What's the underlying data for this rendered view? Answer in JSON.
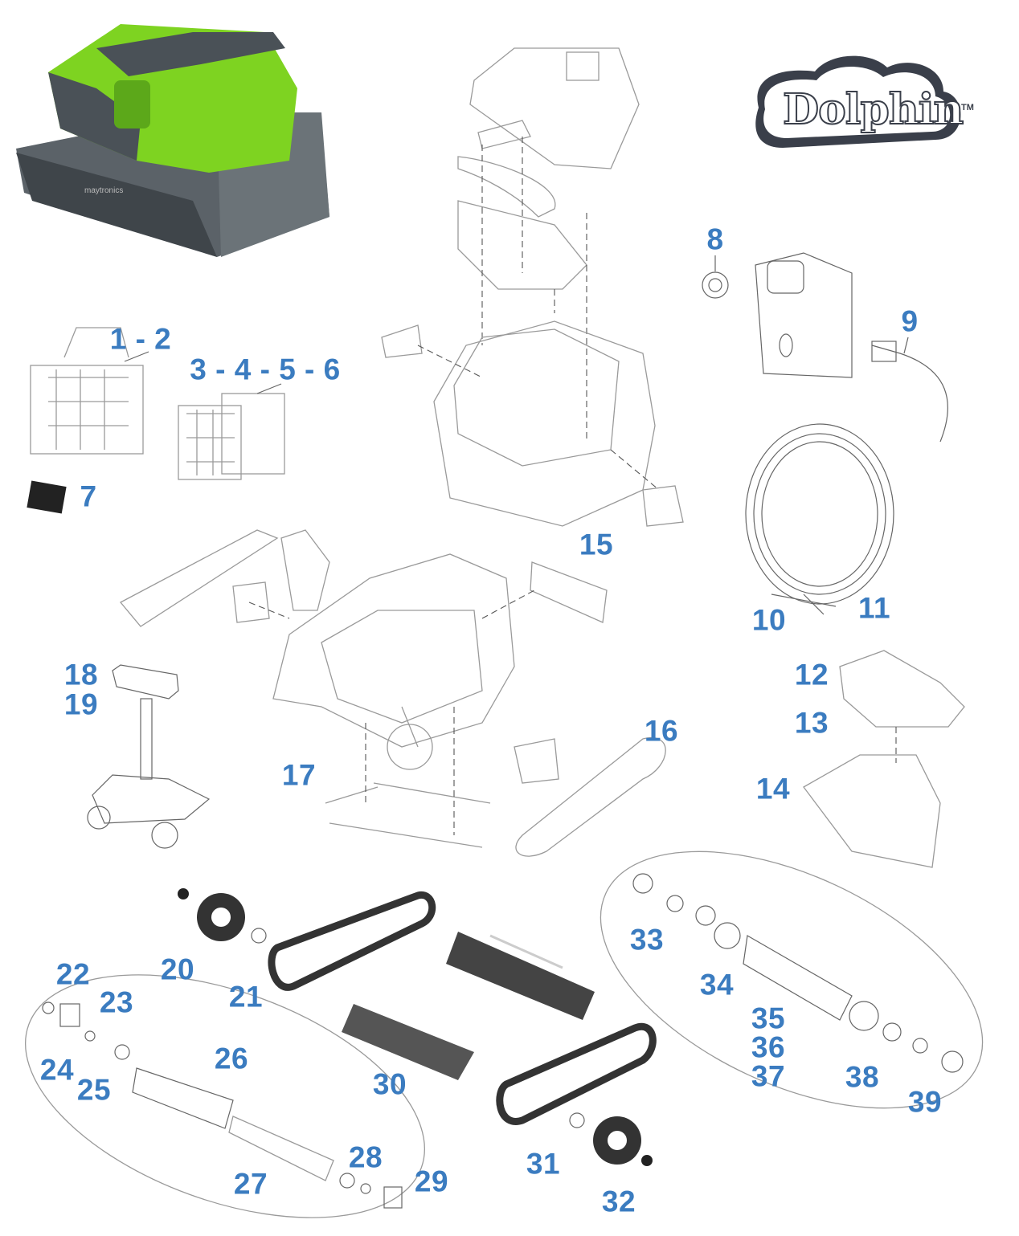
{
  "brand": {
    "name": "Dolphin",
    "trademark": "TM",
    "robot_badge": "maytronics"
  },
  "labels": {
    "p1_2": "1 - 2",
    "p3_6": "3 - 4 - 5 - 6",
    "p7": "7",
    "p8": "8",
    "p9": "9",
    "p10": "10",
    "p11": "11",
    "p12": "12",
    "p13": "13",
    "p14": "14",
    "p15": "15",
    "p16": "16",
    "p17": "17",
    "p18": "18",
    "p19": "19",
    "p20": "20",
    "p21": "21",
    "p22": "22",
    "p23": "23",
    "p24": "24",
    "p25": "25",
    "p26": "26",
    "p27": "27",
    "p28": "28",
    "p29": "29",
    "p30": "30",
    "p31": "31",
    "p32": "32",
    "p33": "33",
    "p34": "34",
    "p35": "35",
    "p36": "36",
    "p37": "37",
    "p38": "38",
    "p39": "39"
  },
  "colors": {
    "label": "#3b7cc0",
    "robot_green": "#7ed321",
    "robot_gray": "#4a5157"
  }
}
